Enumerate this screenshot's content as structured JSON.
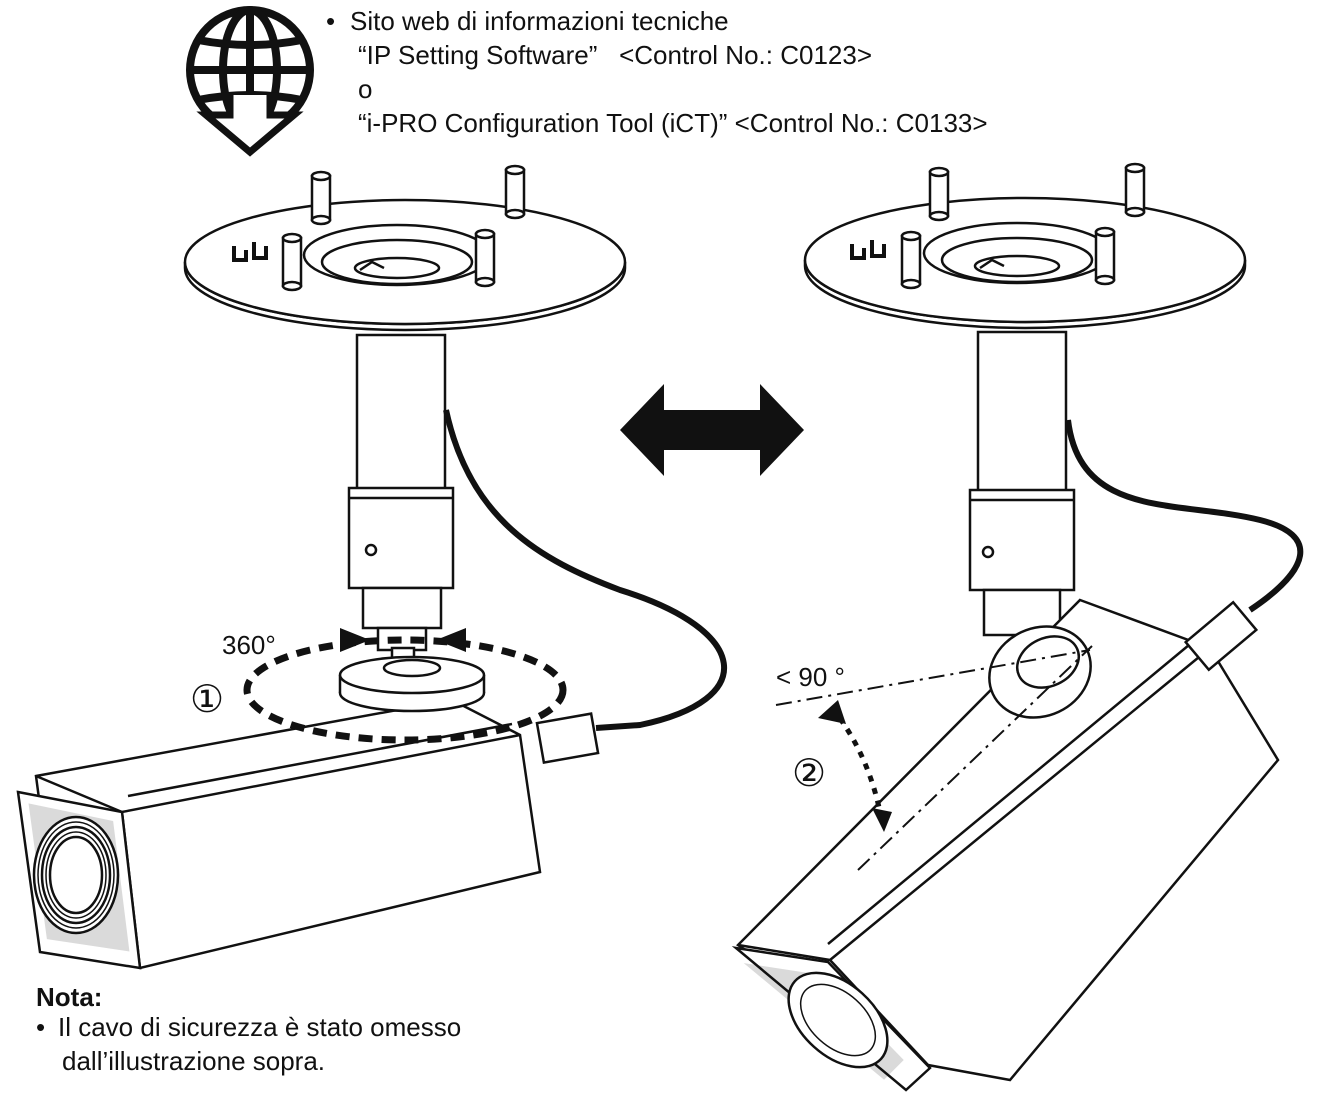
{
  "header": {
    "bullet": "•",
    "line1": "Sito web di informazioni tecniche",
    "line2": "“IP Setting Software”   <Control No.: C0123>",
    "line3": "o",
    "line4": "“i-PRO Configuration Tool (iCT)” <Control No.: C0133>"
  },
  "labels": {
    "rotation": "360°",
    "step1": "①",
    "angle": "< 90 °",
    "step2": "②"
  },
  "note": {
    "title": "Nota:",
    "bullet": "•",
    "line1": "Il cavo di sicurezza è stato omesso",
    "line2": "dall’illustrazione sopra."
  },
  "icons": {
    "download": "globe-download-icon",
    "swap": "double-arrow-icon"
  },
  "colors": {
    "ink": "#111111",
    "paper": "#ffffff"
  }
}
